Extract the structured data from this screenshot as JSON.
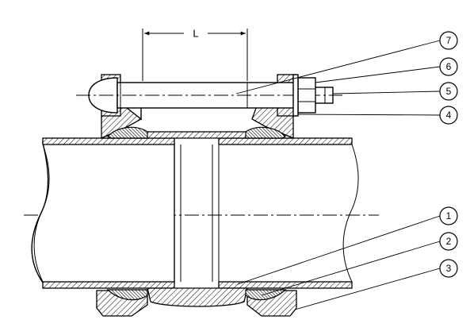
{
  "dimension": {
    "label": "L"
  },
  "callouts": [
    {
      "id": "7",
      "label": "7"
    },
    {
      "id": "6",
      "label": "6"
    },
    {
      "id": "5",
      "label": "5"
    },
    {
      "id": "4",
      "label": "4"
    },
    {
      "id": "1",
      "label": "1"
    },
    {
      "id": "2",
      "label": "2"
    },
    {
      "id": "3",
      "label": "3"
    }
  ]
}
